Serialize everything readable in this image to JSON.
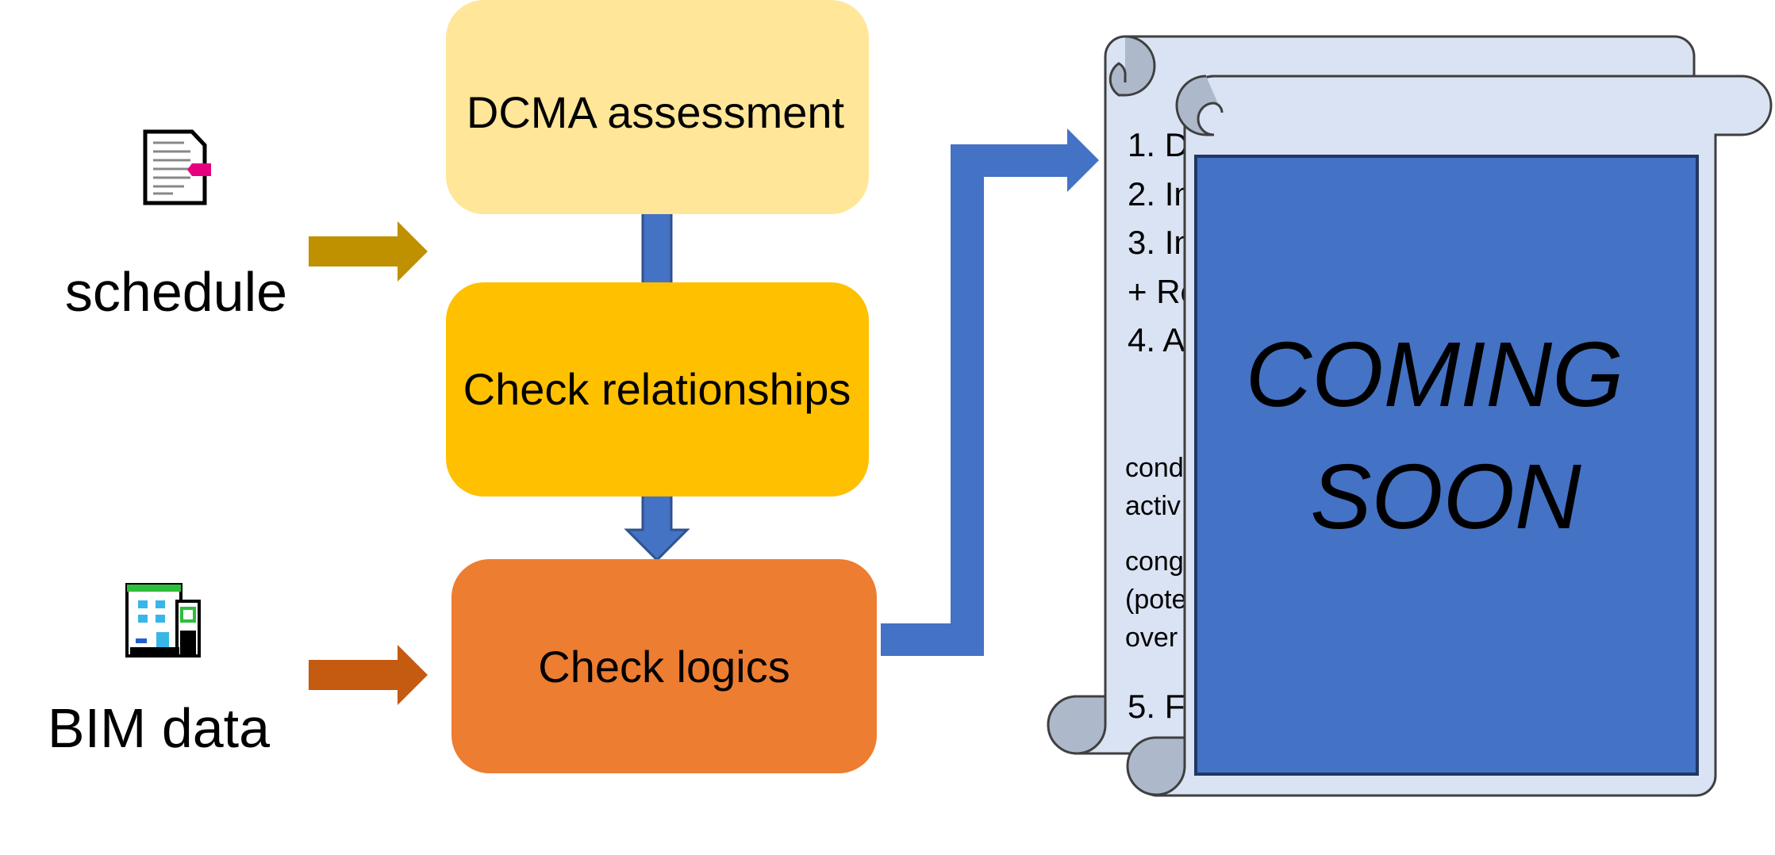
{
  "inputs": {
    "schedule": {
      "label": "schedule",
      "icon": "document-icon"
    },
    "bim": {
      "label": "BIM data",
      "icon": "building-icon"
    }
  },
  "process": {
    "dcma": {
      "label": "DCMA assessment"
    },
    "relationships": {
      "label": "Check relationships"
    },
    "logics": {
      "label": "Check logics"
    }
  },
  "report": {
    "lines": [
      "1. D",
      "2. In",
      "3. In",
      "+ Re",
      "4. A"
    ],
    "small_lines": [
      "cond",
      "activ",
      "cong",
      "(pote",
      "over"
    ],
    "last_line": "5. F",
    "overlay_line1": "COMING",
    "overlay_line2": "SOON"
  },
  "colors": {
    "dcma_box": "#FFE699",
    "relationships_box": "#FFC000",
    "logics_box": "#ED7D31",
    "schedule_arrow": "#BF9000",
    "bim_arrow": "#C55A11",
    "flow_arrow": "#4472C4",
    "scroll_fill": "#DAE3F3",
    "scroll_curl": "#ADB9CA",
    "overlay": "#4472C4"
  }
}
